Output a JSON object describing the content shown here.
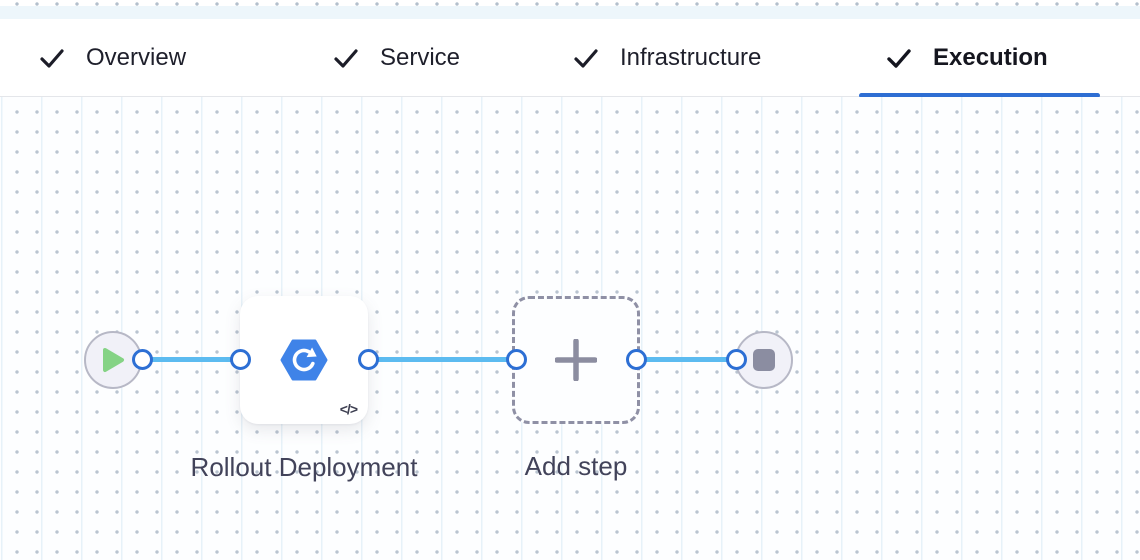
{
  "tabs": {
    "items": [
      {
        "label": "Overview",
        "checked": true,
        "active": false
      },
      {
        "label": "Service",
        "checked": true,
        "active": false
      },
      {
        "label": "Infrastructure",
        "checked": true,
        "active": false
      },
      {
        "label": "Execution",
        "checked": true,
        "active": true
      }
    ],
    "active_tab": "Execution",
    "underline_color": "#2e6ed3"
  },
  "pipeline": {
    "start_node": {
      "icon": "play-icon"
    },
    "steps": [
      {
        "label": "Rollout Deployment",
        "icon": "rollout-deployment-icon",
        "badge": "</>"
      },
      {
        "label": "Add step",
        "icon": "plus-icon"
      }
    ],
    "end_node": {
      "icon": "stop-icon"
    }
  },
  "colors": {
    "connector_blue": "#5cbbf0",
    "port_ring_blue": "#2d6fd4",
    "step_icon_blue": "#3f83e8",
    "play_green": "#85d385",
    "node_gray": "#8b8da1",
    "dashed_border_gray": "#8f90a5"
  }
}
